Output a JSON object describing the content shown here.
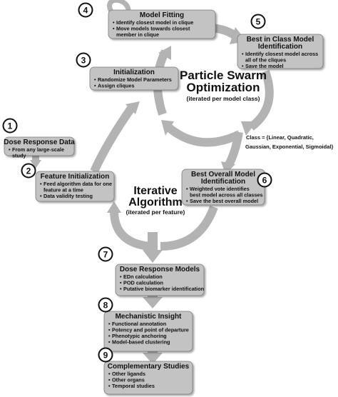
{
  "steps": [
    {
      "num": "1",
      "title": [
        "Dose Response Data"
      ],
      "items": [
        [
          "From any large-scale",
          "study"
        ]
      ]
    },
    {
      "num": "2",
      "title": [
        "Feature Initialization"
      ],
      "items": [
        [
          "Feed algorithm data for one",
          "feature at a time"
        ],
        [
          "Data validity testing"
        ]
      ]
    },
    {
      "num": "3",
      "title": [
        "Initialization"
      ],
      "items": [
        [
          "Randomize Model Parameters"
        ],
        [
          "Assign cliques"
        ]
      ]
    },
    {
      "num": "4",
      "title": [
        "Model Fitting"
      ],
      "items": [
        [
          "Identify closest model in clique"
        ],
        [
          "Move models towards closest",
          "member in clique"
        ]
      ]
    },
    {
      "num": "5",
      "title": [
        "Best in Class Model",
        "Identification"
      ],
      "items": [
        [
          "Identify closest model across",
          "all of the cliques"
        ],
        [
          "Save the model"
        ]
      ]
    },
    {
      "num": "6",
      "title": [
        "Best Overall Model",
        "Identification"
      ],
      "items": [
        [
          "Weighted vote identifies",
          "best model across all classes"
        ],
        [
          "Save the best overall model"
        ]
      ]
    },
    {
      "num": "7",
      "title": [
        "Dose Response Models"
      ],
      "items": [
        [
          "EDn calculation"
        ],
        [
          "POD calculation"
        ],
        [
          "Putative biomarker identification"
        ]
      ]
    },
    {
      "num": "8",
      "title": [
        "Mechanistic Insight"
      ],
      "items": [
        [
          "Functional annotation"
        ],
        [
          "Potency and point of departure"
        ],
        [
          "Phenotypic anchoring"
        ],
        [
          "Model-based clustering"
        ]
      ]
    },
    {
      "num": "9",
      "title": [
        "Complementary Studies"
      ],
      "items": [
        [
          "Other ligands"
        ],
        [
          "Other organs"
        ],
        [
          "Temporal studies"
        ]
      ]
    }
  ],
  "pso": {
    "line1": "Particle Swarm",
    "line2": "Optimization",
    "sub": "(iterated per model class)"
  },
  "iterative": {
    "line1": "Iterative",
    "line2": "Algorithm",
    "sub": "(iterated per feature)"
  },
  "class_note": {
    "line1": "Class = {Linear, Quadratic,",
    "line2": "Gaussian, Exponential, Sigmoidal}"
  },
  "colors": {
    "box_fill": "#c3c3c3",
    "box_stroke": "#7a7a7a",
    "arrow": "#b0b0b0",
    "text": "#111111"
  }
}
